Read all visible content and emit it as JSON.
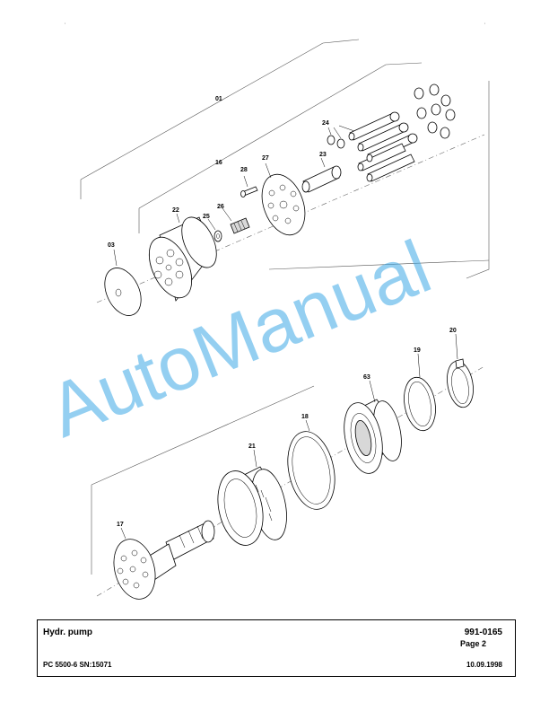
{
  "watermark": "AutoManual",
  "callouts": {
    "c01": "01",
    "c16": "16",
    "c28": "28",
    "c27": "27",
    "c23": "23",
    "c24": "24",
    "c22": "22",
    "c26": "26",
    "c25": "25",
    "c03": "03",
    "c20": "20",
    "c19": "19",
    "c63": "63",
    "c18": "18",
    "c21": "21",
    "c17": "17"
  },
  "title_block": {
    "title": "Hydr. pump",
    "number": "991-0165",
    "page": "Page 2",
    "model": "PC 5500-6 SN:15071",
    "date": "10.09.1998"
  }
}
